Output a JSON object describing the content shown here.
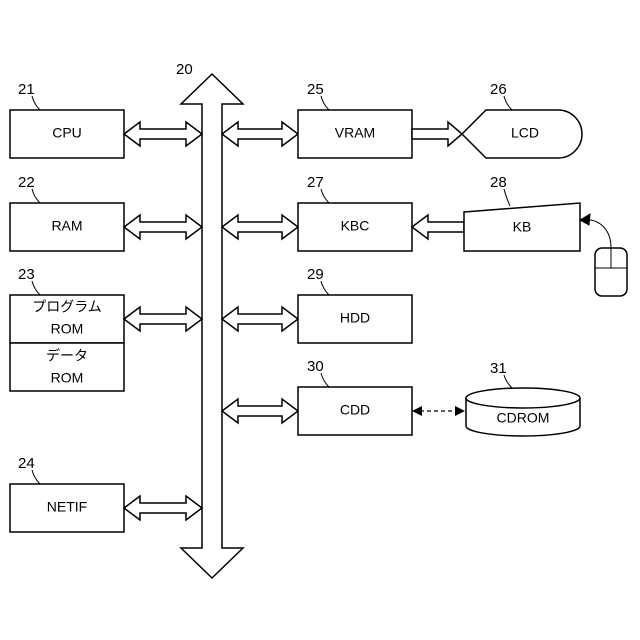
{
  "bus": {
    "ref": "20"
  },
  "blocks": {
    "cpu": {
      "ref": "21",
      "label": "CPU"
    },
    "ram": {
      "ref": "22",
      "label": "RAM"
    },
    "rom": {
      "ref": "23",
      "program_line1": "プログラム",
      "program_line2": "ROM",
      "data_line1": "データ",
      "data_line2": "ROM"
    },
    "netif": {
      "ref": "24",
      "label": "NETIF"
    },
    "vram": {
      "ref": "25",
      "label": "VRAM"
    },
    "lcd": {
      "ref": "26",
      "label": "LCD"
    },
    "kbc": {
      "ref": "27",
      "label": "KBC"
    },
    "kb": {
      "ref": "28",
      "label": "KB"
    },
    "hdd": {
      "ref": "29",
      "label": "HDD"
    },
    "cdd": {
      "ref": "30",
      "label": "CDD"
    },
    "cdrom": {
      "ref": "31",
      "label": "CDROM"
    }
  }
}
